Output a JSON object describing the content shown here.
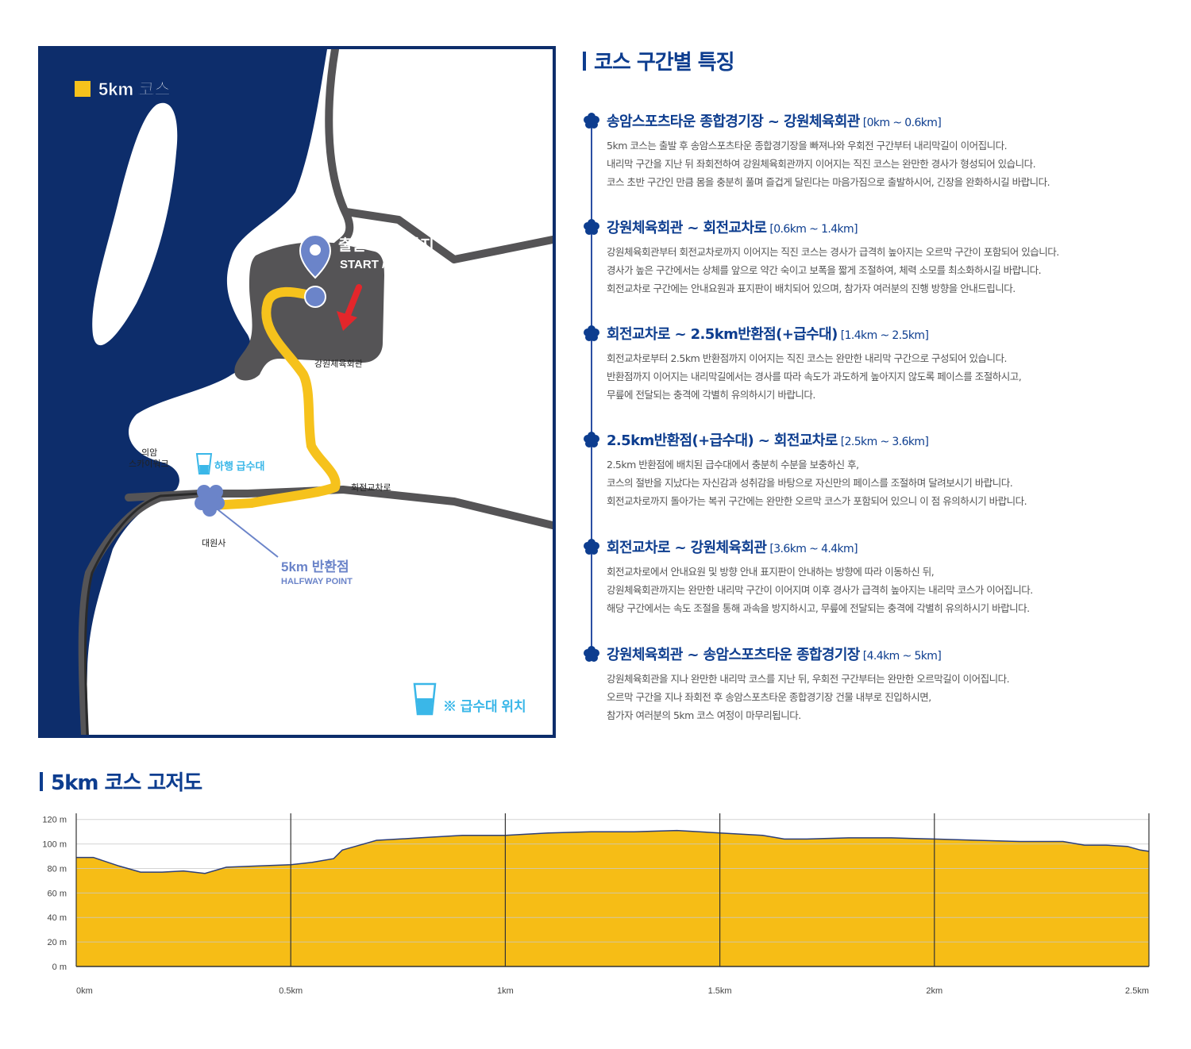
{
  "map": {
    "legend_label": "5km 코스",
    "start_label": "출발지 / 도착지",
    "start_label_en": "START / FINISH",
    "place_gangwon_gym": "강원체육회관",
    "place_skywalk_line1": "의암",
    "place_skywalk_line2": "스카이워크",
    "water_station_label": "하행 급수대",
    "place_roundabout": "회전교차로",
    "place_daewonsa": "대원사",
    "halfway_label": "5km 반환점",
    "halfway_label_en": "HALFWAY POINT",
    "water_legend_label": "※ 급수대 위치",
    "colors": {
      "water": "#0d2d6b",
      "land_dark": "#555456",
      "course": "#f6c21c",
      "marker": "#6b84c9",
      "arrow": "#e3262b",
      "water_station": "#3ab7e8"
    }
  },
  "features": {
    "title": "코스 구간별 특징",
    "segments": [
      {
        "title": "송암스포츠타운 종합경기장 ~ 강원체육회관",
        "range": "[0km ~ 0.6km]",
        "lines": [
          "5km 코스는 출발 후 송암스포츠타운 종합경기장을 빠져나와 우회전 구간부터 내리막길이 이어집니다.",
          "내리막 구간을 지난 뒤 좌회전하여 강원체육회관까지 이어지는 직진 코스는 완만한 경사가 형성되어 있습니다.",
          "코스 초반 구간인 만큼 몸을 충분히 풀며 즐겁게 달린다는 마음가짐으로 출발하시어, 긴장을 완화하시길 바랍니다."
        ]
      },
      {
        "title": "강원체육회관 ~ 회전교차로",
        "range": "[0.6km ~ 1.4km]",
        "lines": [
          "강원체육회관부터 회전교차로까지 이어지는 직진 코스는 경사가 급격히 높아지는 오르막 구간이 포함되어 있습니다.",
          "경사가 높은 구간에서는 상체를 앞으로 약간 숙이고 보폭을 짧게 조절하여, 체력 소모를 최소화하시길 바랍니다.",
          "회전교차로 구간에는 안내요원과 표지판이 배치되어 있으며, 참가자 여러분의 진행 방향을 안내드립니다."
        ]
      },
      {
        "title": "회전교차로 ~ 2.5km반환점(+급수대)",
        "range": "[1.4km ~ 2.5km]",
        "lines": [
          "회전교차로부터 2.5km 반환점까지 이어지는 직진 코스는 완만한 내리막 구간으로 구성되어 있습니다.",
          "반환점까지 이어지는 내리막길에서는 경사를 따라 속도가 과도하게 높아지지 않도록 페이스를 조절하시고,",
          "무릎에 전달되는 충격에 각별히 유의하시기 바랍니다."
        ]
      },
      {
        "title": "2.5km반환점(+급수대) ~ 회전교차로",
        "range": "[2.5km ~ 3.6km]",
        "lines": [
          "2.5km 반환점에 배치된 급수대에서 충분히 수분을 보충하신 후,",
          "코스의 절반을 지났다는 자신감과 성취감을 바탕으로 자신만의 페이스를 조절하며 달려보시기 바랍니다.",
          "회전교차로까지 돌아가는 복귀 구간에는 완만한 오르막 코스가 포함되어 있으니 이 점 유의하시기 바랍니다."
        ]
      },
      {
        "title": "회전교차로 ~ 강원체육회관",
        "range": "[3.6km ~ 4.4km]",
        "lines": [
          "회전교차로에서 안내요원 및 방향 안내 표지판이 안내하는 방향에 따라 이동하신 뒤,",
          "강원체육회관까지는 완만한 내리막 구간이 이어지며 이후 경사가 급격히 높아지는 내리막 코스가 이어집니다.",
          "해당 구간에서는 속도 조절을 통해 과속을 방지하시고, 무릎에 전달되는 충격에 각별히 유의하시기 바랍니다."
        ]
      },
      {
        "title": "강원체육회관 ~ 송암스포츠타운 종합경기장",
        "range": "[4.4km ~ 5km]",
        "lines": [
          "강원체육회관을 지나 완만한 내리막 코스를 지난 뒤, 우회전 구간부터는 완만한 오르막길이 이어집니다.",
          "오르막 구간을 지나 좌회전 후 송암스포츠타운 종합경기장 건물 내부로 진입하시면,",
          "참가자 여러분의 5km 코스 여정이 마무리됩니다."
        ]
      }
    ]
  },
  "elevation": {
    "title": "5km 코스 고저도"
  },
  "chart_data": {
    "type": "area",
    "title": "",
    "xlabel": "",
    "ylabel": "",
    "ylim": [
      0,
      125
    ],
    "xlim": [
      0,
      2.5
    ],
    "y_ticks": [
      0,
      20,
      40,
      60,
      80,
      100,
      120
    ],
    "y_tick_labels": [
      "0 m",
      "20 m",
      "40 m",
      "60 m",
      "80 m",
      "100 m",
      "120 m"
    ],
    "x_ticks": [
      0,
      0.5,
      1,
      1.5,
      2,
      2.5
    ],
    "x_tick_labels": [
      "0km",
      "0.5km",
      "1km",
      "1.5km",
      "2km",
      "2.5km"
    ],
    "grid": true,
    "fill_color": "#f6bd16",
    "line_color": "#2c3e7a",
    "series": [
      {
        "x": [
          0,
          0.04,
          0.1,
          0.15,
          0.2,
          0.25,
          0.3,
          0.35,
          0.42,
          0.5,
          0.55,
          0.6,
          0.62,
          0.65,
          0.7,
          0.8,
          0.9,
          1.0,
          1.1,
          1.2,
          1.3,
          1.4,
          1.5,
          1.6,
          1.65,
          1.7,
          1.8,
          1.9,
          2.0,
          2.1,
          2.2,
          2.25,
          2.3,
          2.35,
          2.4,
          2.45,
          2.48,
          2.5
        ],
        "y": [
          89,
          89,
          82,
          77,
          77,
          78,
          76,
          81,
          82,
          83,
          85,
          88,
          95,
          98,
          103,
          105,
          107,
          107,
          109,
          110,
          110,
          111,
          109,
          107,
          104,
          104,
          105,
          105,
          104,
          103,
          102,
          102,
          102,
          99,
          99,
          98,
          95,
          94
        ]
      }
    ]
  }
}
